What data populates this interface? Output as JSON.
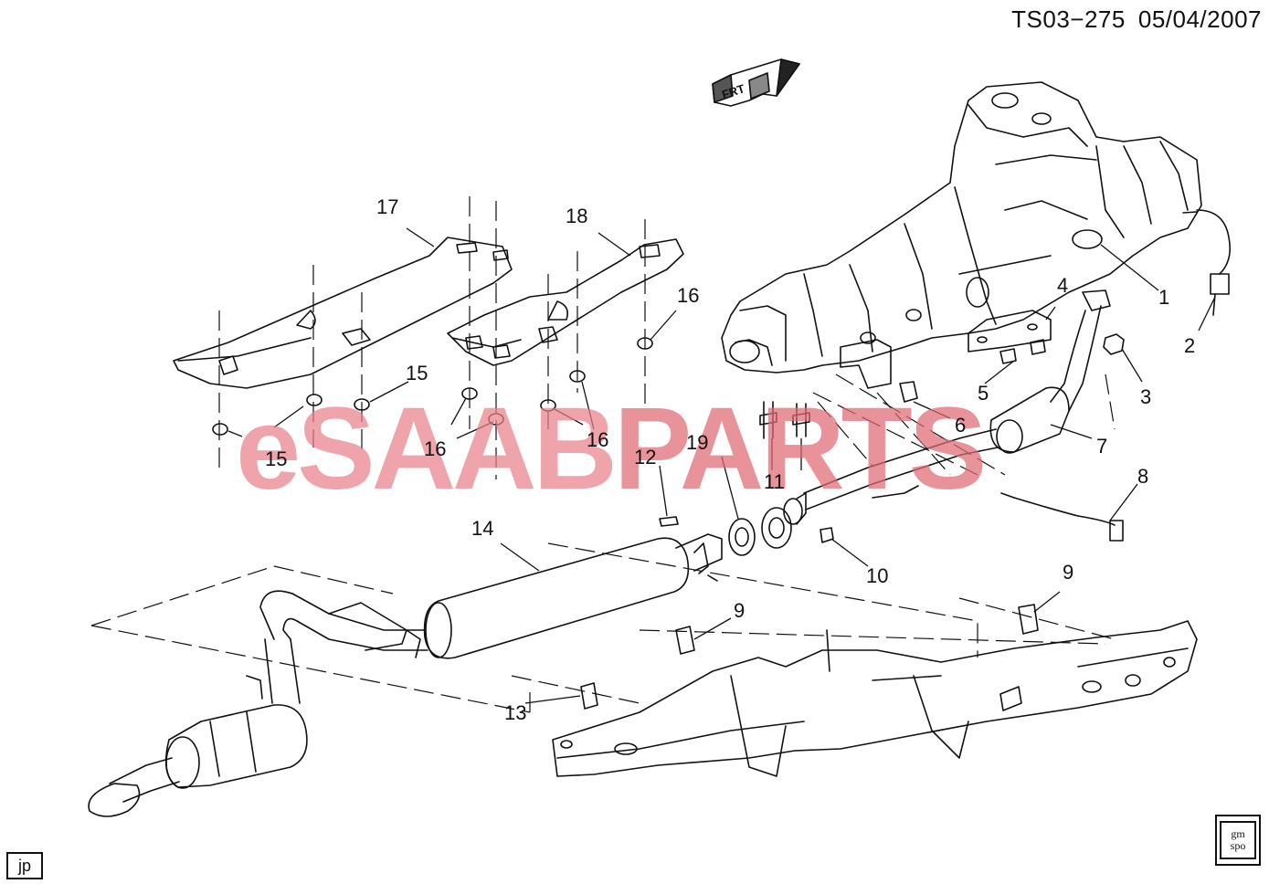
{
  "header": {
    "code": "TS03−275",
    "date": "05/04/2007"
  },
  "watermark": {
    "part1": "eSAAB",
    "part2": "PARTS"
  },
  "direction_label": "FRT",
  "corner_label": "jp",
  "logo_text": {
    "line1": "gm",
    "line2": "spo"
  },
  "colors": {
    "line": "#111111",
    "watermark_light": "#e8828a",
    "watermark_dark": "#e06a74"
  },
  "callouts": [
    {
      "id": "c1",
      "label": "1"
    },
    {
      "id": "c2",
      "label": "2"
    },
    {
      "id": "c3",
      "label": "3"
    },
    {
      "id": "c4",
      "label": "4"
    },
    {
      "id": "c5",
      "label": "5"
    },
    {
      "id": "c6",
      "label": "6"
    },
    {
      "id": "c7",
      "label": "7"
    },
    {
      "id": "c8",
      "label": "8"
    },
    {
      "id": "c9a",
      "label": "9"
    },
    {
      "id": "c9b",
      "label": "9"
    },
    {
      "id": "c10",
      "label": "10"
    },
    {
      "id": "c11",
      "label": "11"
    },
    {
      "id": "c12",
      "label": "12"
    },
    {
      "id": "c13",
      "label": "13"
    },
    {
      "id": "c14",
      "label": "14"
    },
    {
      "id": "c15a",
      "label": "15"
    },
    {
      "id": "c15b",
      "label": "15"
    },
    {
      "id": "c16a",
      "label": "16"
    },
    {
      "id": "c16b",
      "label": "16"
    },
    {
      "id": "c16c",
      "label": "16"
    },
    {
      "id": "c17",
      "label": "17"
    },
    {
      "id": "c18",
      "label": "18"
    },
    {
      "id": "c19",
      "label": "19"
    }
  ]
}
